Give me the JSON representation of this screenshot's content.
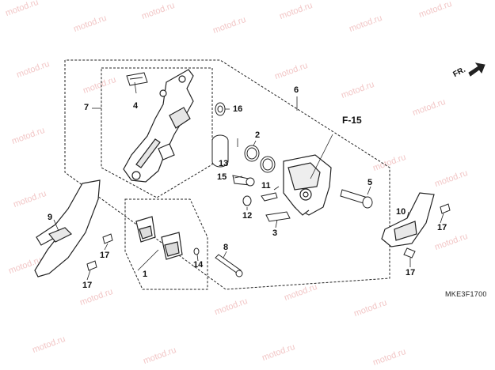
{
  "watermark": "motod.ru",
  "direction": "FR.",
  "catalog_code": "MKE3F1700",
  "ref_label": "F-15",
  "parts": [
    "1",
    "2",
    "3",
    "4",
    "5",
    "6",
    "7",
    "8",
    "9",
    "10",
    "11",
    "12",
    "13",
    "14",
    "15",
    "16",
    "17"
  ],
  "colors": {
    "line": "#222222",
    "fill": "#ffffff",
    "shade": "#d9d9d9",
    "watermark": "#f2c6c6"
  }
}
